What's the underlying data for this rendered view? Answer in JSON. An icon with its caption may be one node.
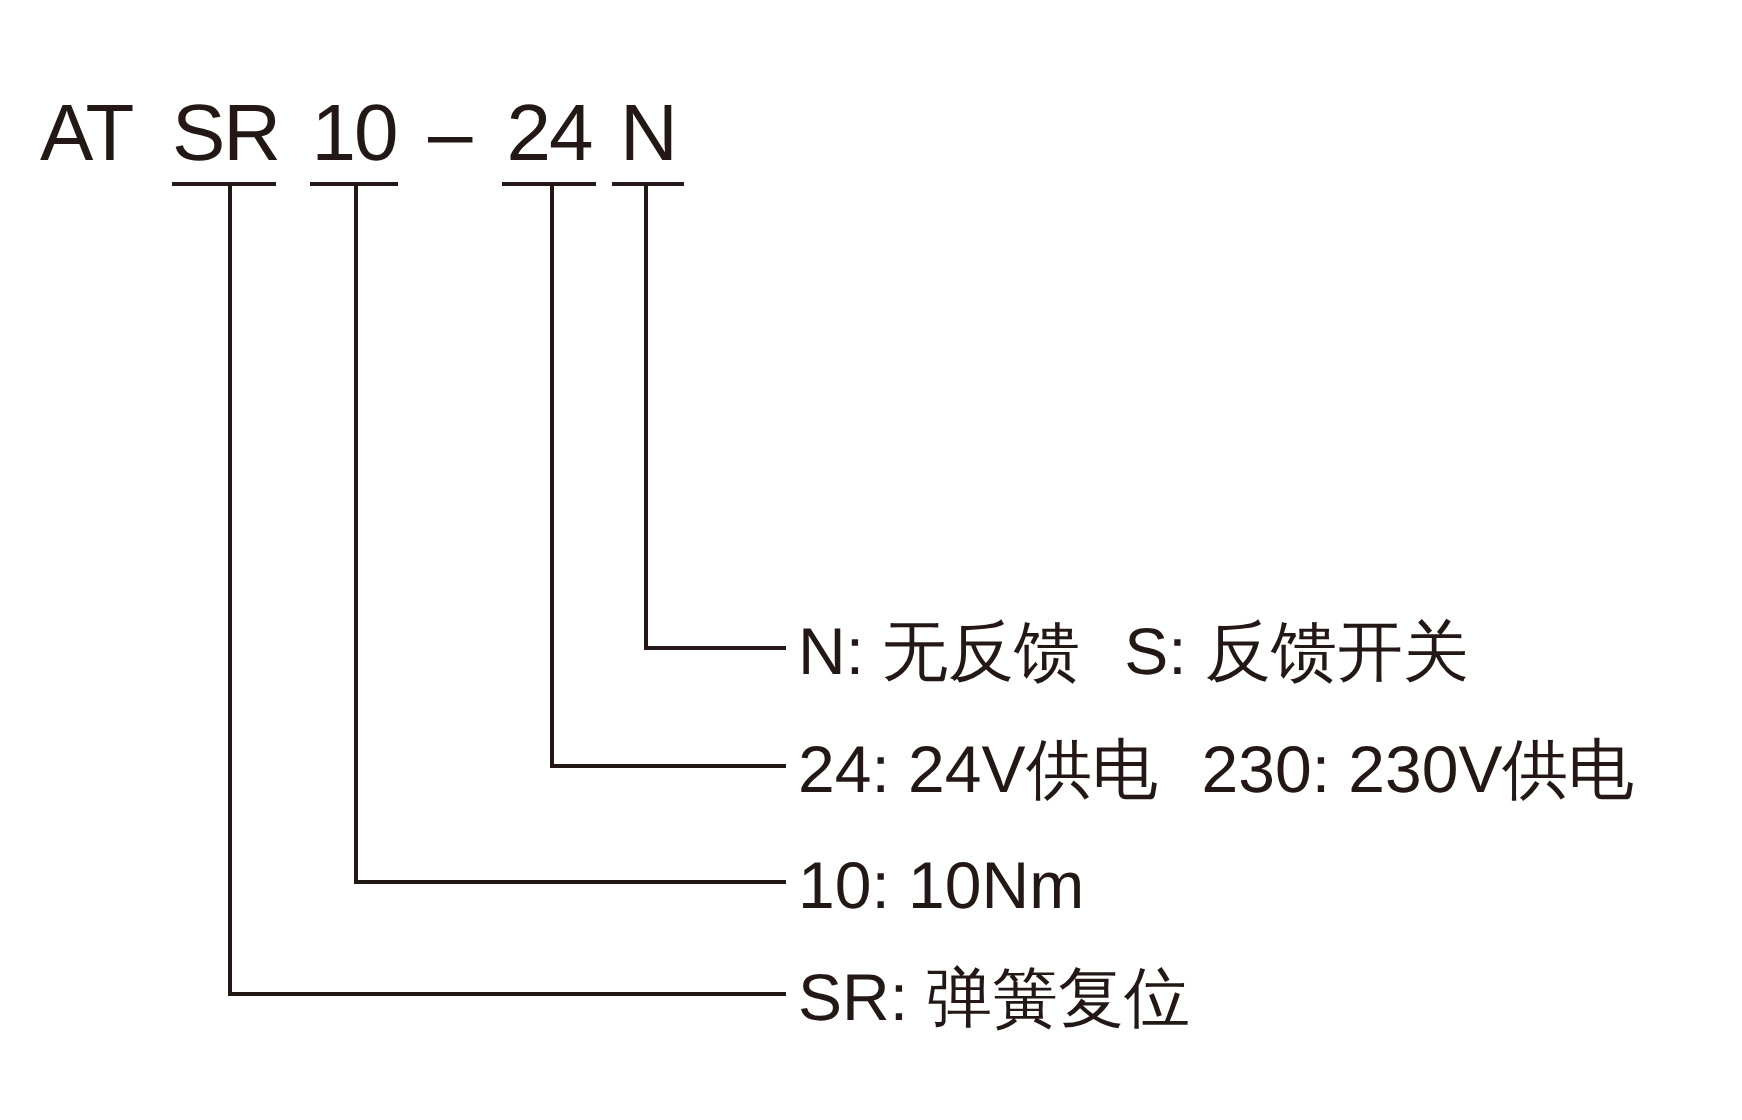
{
  "diagram": {
    "nodes": [
      {
        "text": [
          "SR"
        ]
      },
      {
        "text": [
          "10"
        ]
      },
      {
        "text": [
          "24"
        ]
      },
      {
        "text": [
          "N"
        ]
      },
      {
        "text": [
          "N: 无反馈",
          "S: 反馈开关"
        ]
      },
      {
        "text": [
          "24: 24V供电",
          "230: 230V供电"
        ]
      },
      {
        "text": [
          "10: 10Nm"
        ]
      },
      {
        "text": [
          "SR: 弹簧复位"
        ]
      }
    ],
    "edges": [
      {
        "from": 0,
        "to": 7,
        "arrow": "none"
      },
      {
        "from": 1,
        "to": 6,
        "arrow": "none"
      },
      {
        "from": 2,
        "to": 5,
        "arrow": "none"
      },
      {
        "from": 3,
        "to": 4,
        "arrow": "none"
      }
    ],
    "labels": [
      "AT",
      "–"
    ]
  }
}
